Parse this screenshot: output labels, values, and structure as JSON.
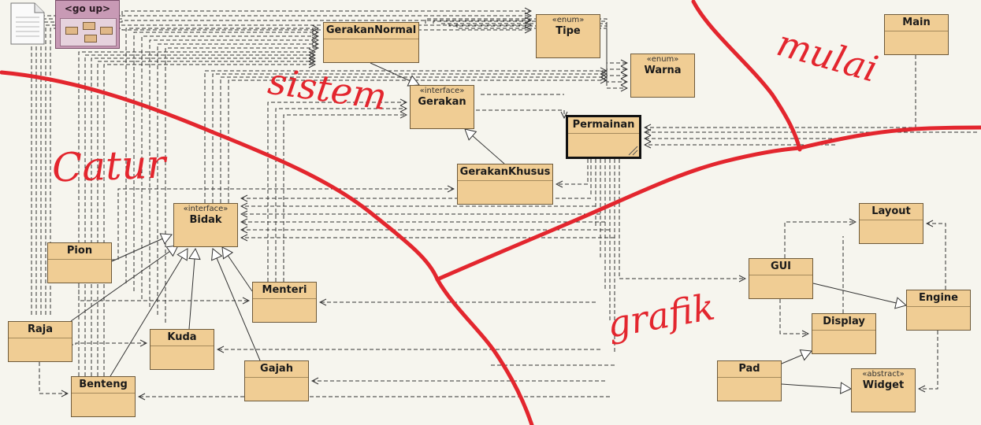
{
  "nav": {
    "go_up_label": "<go up>"
  },
  "file_icon": "document-icon",
  "classes": {
    "gerakan_normal": {
      "name": "GerakanNormal",
      "stereotype": ""
    },
    "tipe": {
      "name": "Tipe",
      "stereotype": "«enum»"
    },
    "warna": {
      "name": "Warna",
      "stereotype": "«enum»"
    },
    "gerakan": {
      "name": "Gerakan",
      "stereotype": "«interface»"
    },
    "permainan": {
      "name": "Permainan",
      "stereotype": ""
    },
    "gerakan_khusus": {
      "name": "GerakanKhusus",
      "stereotype": ""
    },
    "bidak": {
      "name": "Bidak",
      "stereotype": "«interface»"
    },
    "pion": {
      "name": "Pion",
      "stereotype": ""
    },
    "menteri": {
      "name": "Menteri",
      "stereotype": ""
    },
    "raja": {
      "name": "Raja",
      "stereotype": ""
    },
    "kuda": {
      "name": "Kuda",
      "stereotype": ""
    },
    "gajah": {
      "name": "Gajah",
      "stereotype": ""
    },
    "benteng": {
      "name": "Benteng",
      "stereotype": ""
    },
    "main": {
      "name": "Main",
      "stereotype": ""
    },
    "layout": {
      "name": "Layout",
      "stereotype": ""
    },
    "gui": {
      "name": "GUI",
      "stereotype": ""
    },
    "engine": {
      "name": "Engine",
      "stereotype": ""
    },
    "display": {
      "name": "Display",
      "stereotype": ""
    },
    "pad": {
      "name": "Pad",
      "stereotype": ""
    },
    "widget": {
      "name": "Widget",
      "stereotype": "«abstract»"
    }
  },
  "annotations": {
    "catur": "Catur",
    "sistem": "sistem",
    "mulai": "mulai",
    "grafik": "grafik"
  },
  "colors": {
    "class_fill": "#f0cd94",
    "package_fill": "#c89ab5",
    "annotation_red": "#e3262e",
    "background": "#f6f5ee"
  }
}
